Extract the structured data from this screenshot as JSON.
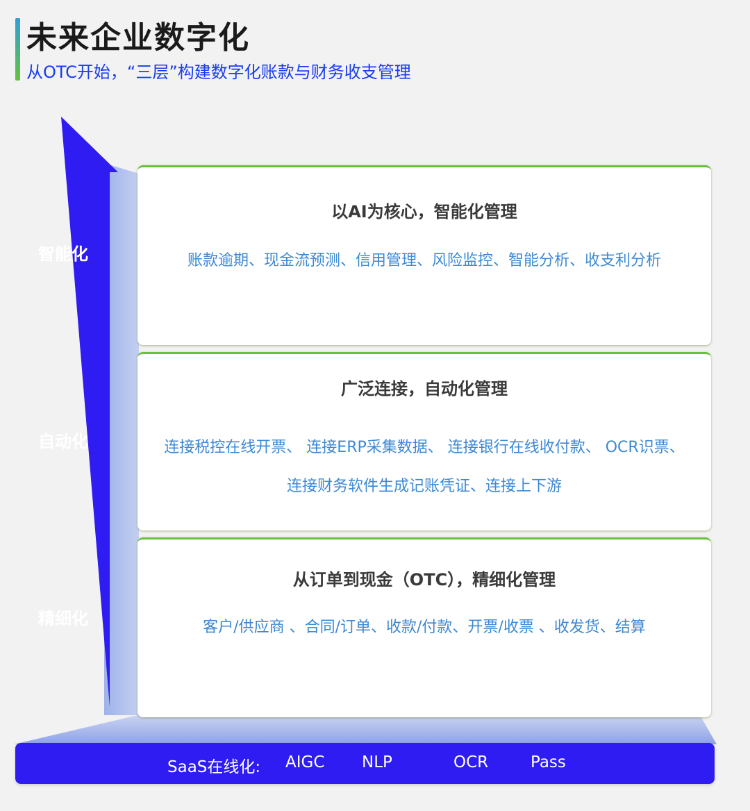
{
  "header": {
    "title": "未来企业数字化",
    "subtitle": "从OTC开始，“三层”构建数字化账款与财务收支管理"
  },
  "arrow": {
    "color": "#2e1cf2",
    "labels": [
      "智能化",
      "自动化",
      "精细化"
    ]
  },
  "layers": [
    {
      "title": "以AI为核心，智能化管理",
      "lines": [
        "账款逾期、现金流预测、信用管理、风险监控、智能分析、收支利分析"
      ]
    },
    {
      "title": "广泛连接，自动化管理",
      "lines": [
        "连接税控在线开票、 连接ERP采集数据、 连接银行在线收付款、 OCR识票、",
        "连接财务软件生成记账凭证、连接上下游"
      ]
    },
    {
      "title": "从订单到现金（OTC），精细化管理",
      "lines": [
        "客户/供应商 、合同/订单、收款/付款、开票/收票 、收发货、结算"
      ]
    }
  ],
  "base": {
    "items": [
      "SaaS在线化:",
      "AIGC",
      "NLP",
      "OCR",
      "Pass"
    ]
  },
  "colors": {
    "accent_blue": "#2e1cf2",
    "accent_green": "#67c23a",
    "desc_blue": "#3d89d4",
    "connector": "#a8b8ec"
  }
}
